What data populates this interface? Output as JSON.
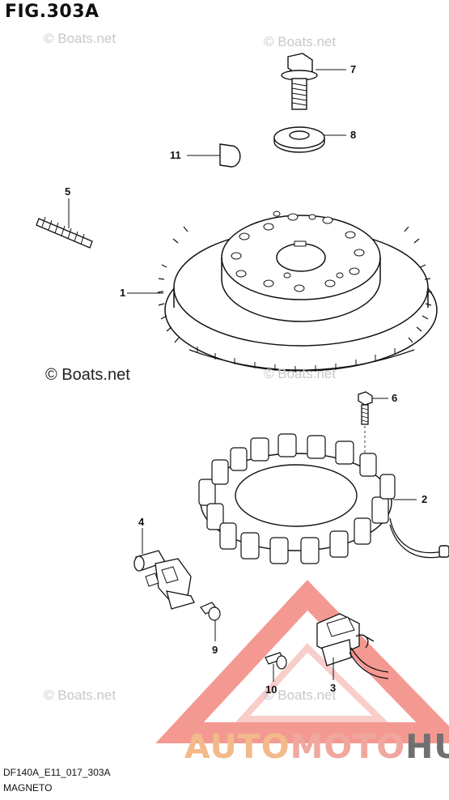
{
  "figure": {
    "title": "FIG.303A",
    "code": "DF140A_E11_017_303A",
    "caption": "MAGNETO"
  },
  "watermarks": {
    "light": "© Boats.net",
    "dark": "© Boats.net"
  },
  "brand": {
    "part1": "AUTO",
    "part2": "MOTO",
    "part3": "HUB"
  },
  "callouts": {
    "c1": "1",
    "c2": "2",
    "c3": "3",
    "c4": "4",
    "c5": "5",
    "c6": "6",
    "c7": "7",
    "c8": "8",
    "c9": "9",
    "c10": "10",
    "c11": "11"
  }
}
